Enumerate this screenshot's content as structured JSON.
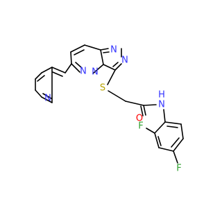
{
  "molecule": {
    "atoms": [
      {
        "id": "py_n",
        "symbol": "N",
        "color": "#3333ff"
      },
      {
        "id": "pz_n1",
        "symbol": "N",
        "color": "#3333ff"
      },
      {
        "id": "tz_n2",
        "symbol": "N",
        "color": "#3333ff"
      },
      {
        "id": "tz_n3",
        "symbol": "N",
        "color": "#3333ff"
      },
      {
        "id": "tz_n4",
        "symbol": "N",
        "color": "#3333ff"
      },
      {
        "id": "s",
        "symbol": "S",
        "color": "#b8a300"
      },
      {
        "id": "o",
        "symbol": "O",
        "color": "#ff0000"
      },
      {
        "id": "nh_n",
        "symbol": "N",
        "color": "#3333ff"
      },
      {
        "id": "nh_h",
        "symbol": "H",
        "color": "#3333ff"
      },
      {
        "id": "f1",
        "symbol": "F",
        "color": "#2fa02f"
      },
      {
        "id": "f2",
        "symbol": "F",
        "color": "#2fa02f"
      }
    ]
  }
}
